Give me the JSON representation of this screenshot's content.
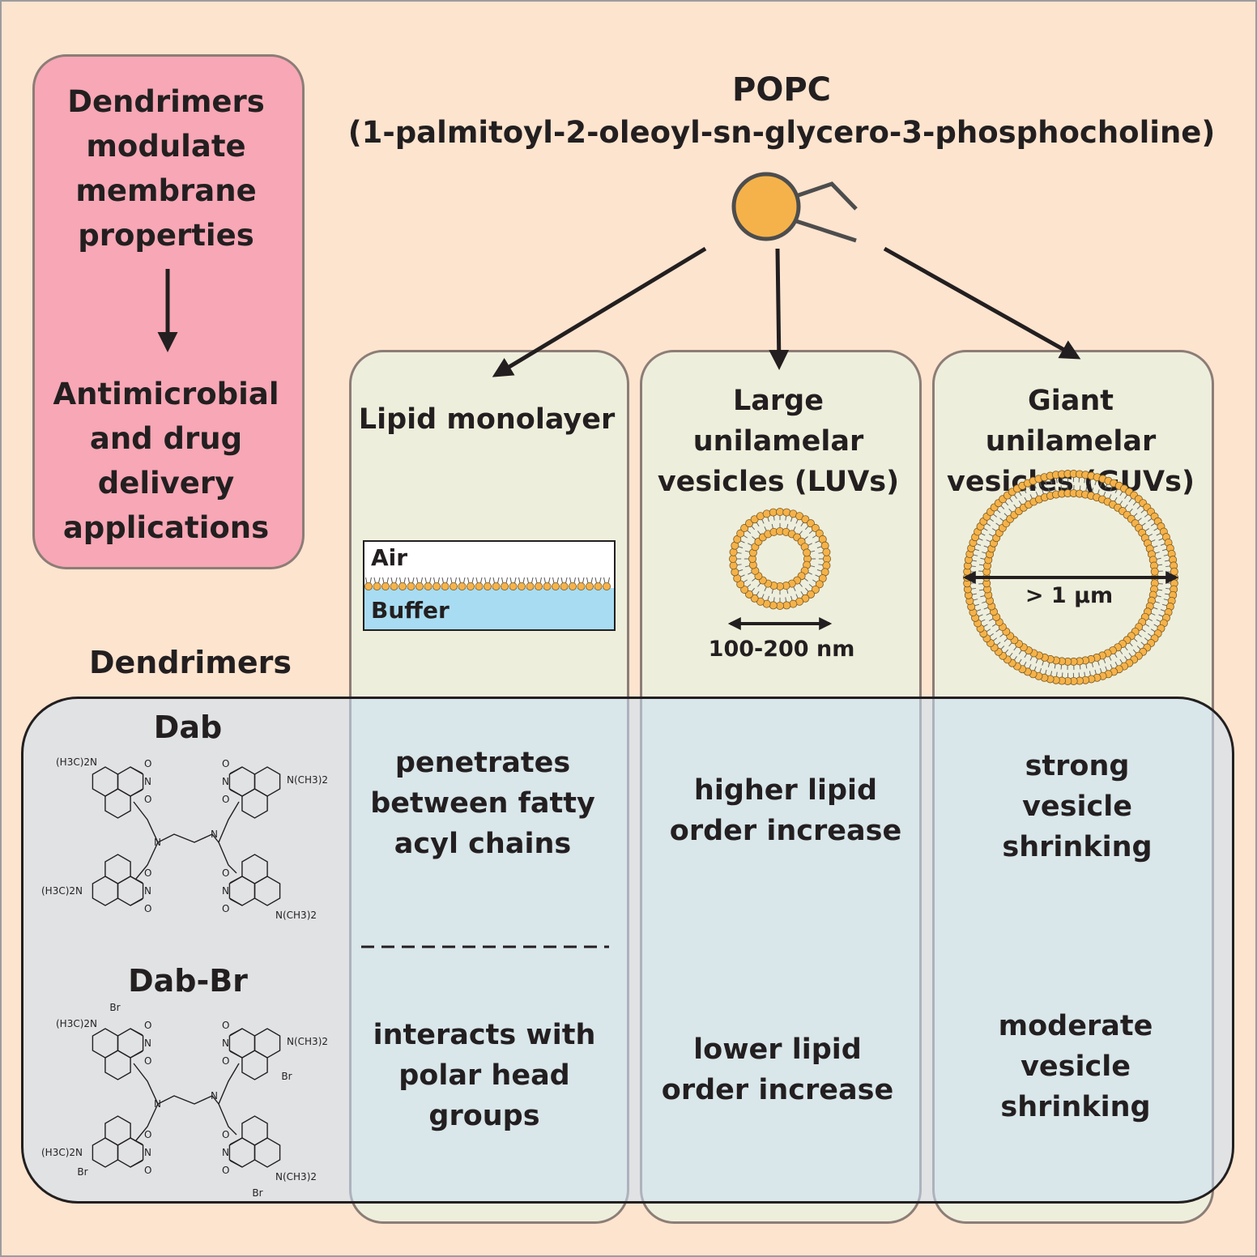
{
  "header": {
    "title": "POPC",
    "subtitle": "(1-palmitoyl-2-oleoyl-sn-glycero-3-phosphocholine)"
  },
  "side_box": {
    "top": "Dendrimers modulate membrane properties",
    "bottom": "Antimicrobial and drug delivery applications"
  },
  "dendrimers": {
    "heading": "Dendrimers",
    "items": [
      {
        "name": "Dab",
        "labels": [
          "(H3C)2N",
          "N(CH3)2",
          "(H3C)2N",
          "N(CH3)2"
        ]
      },
      {
        "name": "Dab-Br",
        "labels": [
          "(H3C)2N",
          "N(CH3)2",
          "(H3C)2N",
          "N(CH3)2"
        ],
        "substituent": "Br"
      }
    ],
    "atom_labels": {
      "nitrogen": "N",
      "oxygen": "O"
    }
  },
  "panels": [
    {
      "title": "Lipid monolayer",
      "inset": {
        "top": "Air",
        "bottom": "Buffer"
      },
      "dab_effect": "penetrates between fatty acyl chains",
      "dabbr_effect": "interacts with polar head groups"
    },
    {
      "title": "Large unilamelar vesicles (LUVs)",
      "size_label": "100-200 nm",
      "dab_effect": "higher lipid order increase",
      "dabbr_effect": "lower lipid order increase"
    },
    {
      "title": "Giant unilamelar vesicles (GUVs)",
      "size_label": "> 1 µm",
      "dab_effect": "strong vesicle shrinking",
      "dabbr_effect": "moderate vesicle shrinking"
    }
  ],
  "colors": {
    "background": "#fde4cf",
    "pink_box": "#f7a7b5",
    "panel": "#eeeedc",
    "blue_box": "#c8e0f5",
    "lipid_head": "#f5b24a",
    "buffer": "#a8dcf2"
  }
}
